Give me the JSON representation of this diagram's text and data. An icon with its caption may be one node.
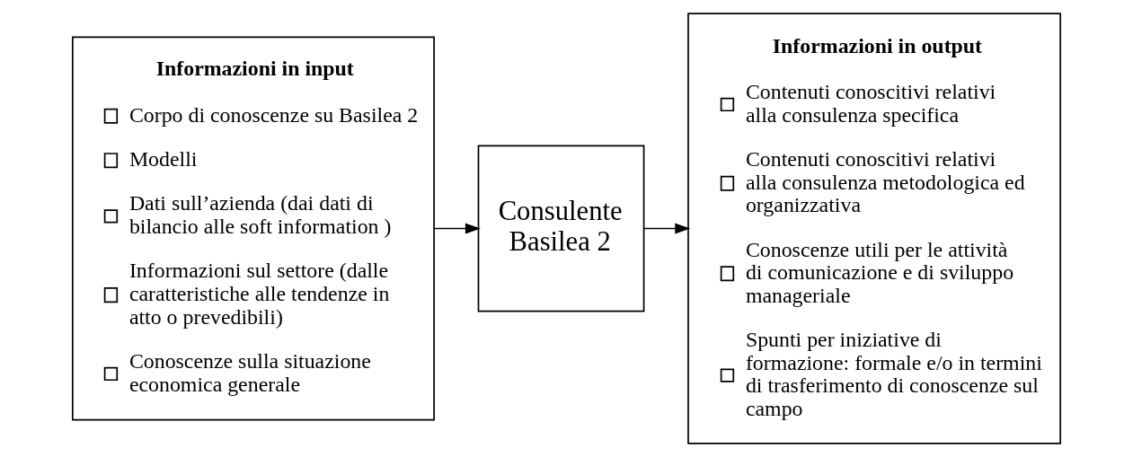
{
  "diagram": {
    "nodes": [
      {
        "text": [
          "Informazioni in input",
          "Corpo di conoscenze su Basilea 2",
          "Modelli",
          "Dati sull’azienda (dai dati di bilancio alle soft information )",
          "Informazioni sul settore (dalle caratteristiche alle tendenze in atto o prevedibili)",
          "Conoscenze sulla situazione economica generale"
        ]
      },
      {
        "text": [
          "Consulente Basilea 2"
        ]
      },
      {
        "text": [
          "Informazioni in output",
          "Contenuti conoscitivi relativi alla consulenza specifica",
          "Contenuti conoscitivi relativi alla consulenza metodologica ed organizzativa",
          "Conoscenze utili per le attività di comunicazione e di sviluppo manageriale",
          "Spunti per iniziative di formazione: formale e/o in termini di trasferimento di conoscenze sul campo"
        ]
      }
    ],
    "edges": [
      {
        "from": 0,
        "to": 1,
        "arrow": "to"
      },
      {
        "from": 1,
        "to": 2,
        "arrow": "to"
      }
    ]
  }
}
